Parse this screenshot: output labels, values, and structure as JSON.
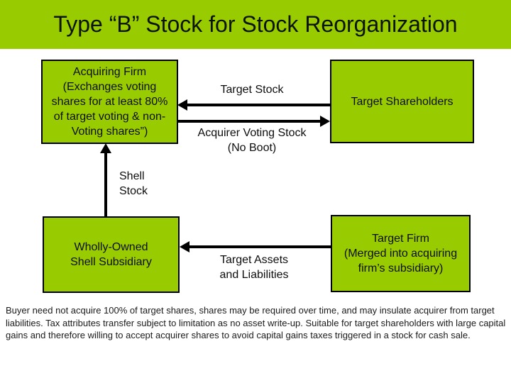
{
  "slide": {
    "title": "Type “B” Stock for Stock Reorganization"
  },
  "colors": {
    "accent_green": "#99cc00",
    "box_fill_green": "#99cc00",
    "box_border": "#000000",
    "arrow_black": "#000000",
    "text_black": "#1a1a1a"
  },
  "diagram": {
    "boxes": {
      "acquiring_firm": "Acquiring Firm\n(Exchanges voting\nshares for at least 80%\nof target voting & non-\nVoting shares”)",
      "target_shareholders": "Target Shareholders",
      "shell_subsidiary": "Wholly-Owned\nShell Subsidiary",
      "target_firm": "Target Firm\n(Merged into acquiring\nfirm’s subsidiary)"
    },
    "labels": {
      "target_stock": "Target Stock",
      "acquirer_voting_stock": "Acquirer Voting Stock\n(No Boot)",
      "shell_stock": "Shell\nStock",
      "target_assets": "Target Assets\nand Liabilities"
    },
    "flows": [
      {
        "label": "Target Stock",
        "from": "Target Shareholders",
        "to": "Acquiring Firm",
        "direction": "left"
      },
      {
        "label": "Acquirer Voting Stock (No Boot)",
        "from": "Acquiring Firm",
        "to": "Target Shareholders",
        "direction": "right"
      },
      {
        "label": "Shell Stock",
        "from": "Wholly-Owned Shell Subsidiary",
        "to": "Acquiring Firm",
        "direction": "up"
      },
      {
        "label": "Target Assets and Liabilities",
        "from": "Target Firm",
        "to": "Wholly-Owned Shell Subsidiary",
        "direction": "left"
      }
    ]
  },
  "footer": {
    "paragraph": "Buyer need not acquire 100% of target shares, shares may be required over time, and may insulate acquirer from target liabilities. Tax attributes transfer subject to limitation as no asset write-up. Suitable for target shareholders with large capital gains and therefore willing to accept acquirer shares to avoid capital gains taxes triggered in a stock for cash sale."
  }
}
